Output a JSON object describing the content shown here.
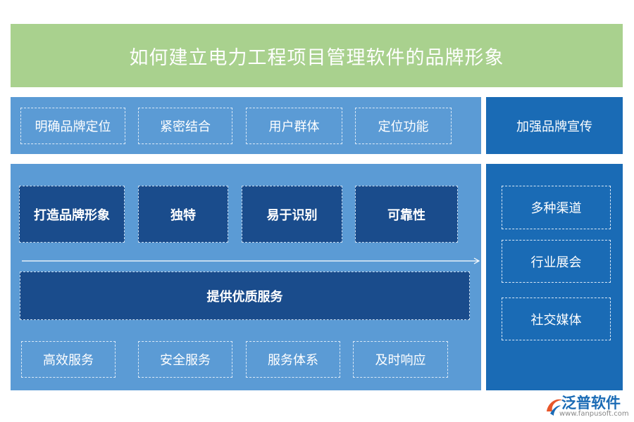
{
  "title": "如何建立电力工程项目管理软件的品牌形象",
  "row1": {
    "items": [
      "明确品牌定位",
      "紧密结合",
      "用户群体",
      "定位功能"
    ]
  },
  "side": {
    "heading": "加强品牌宣传",
    "items": [
      "多种渠道",
      "行业展会",
      "社交媒体"
    ]
  },
  "brand_row": {
    "items": [
      "打造品牌形象",
      "独特",
      "易于识别",
      "可靠性"
    ]
  },
  "service_bar": "提供优质服务",
  "service_row": {
    "items": [
      "高效服务",
      "安全服务",
      "服务体系",
      "及时响应"
    ]
  },
  "logo": {
    "name": "泛普软件",
    "url": "www.fanpusoft.com"
  },
  "colors": {
    "title_bg": "#a9d18e",
    "panel_light": "#5b9bd5",
    "panel_dark": "#1a6bb5",
    "box_dark": "#1a4c8c"
  }
}
